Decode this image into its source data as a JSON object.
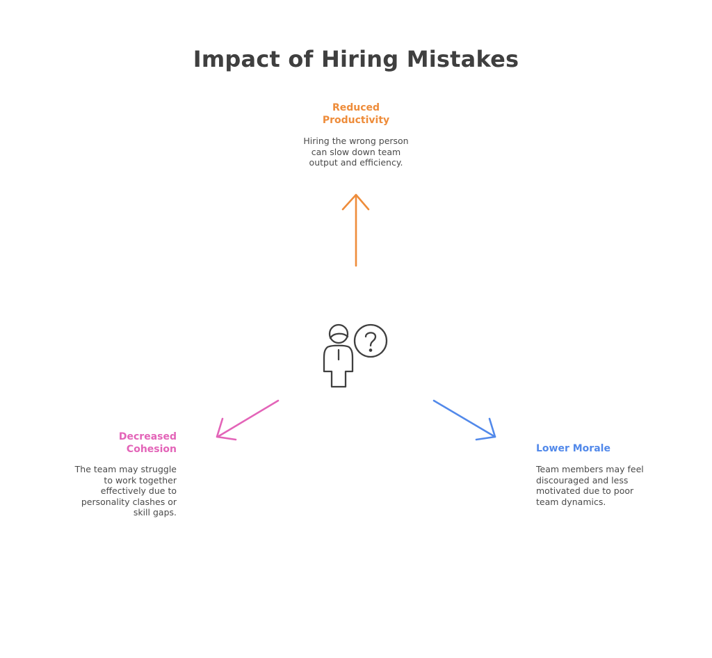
{
  "title": "Impact of Hiring Mistakes",
  "colors": {
    "title": "#3f3f3f",
    "text": "#4a4a4a",
    "icon": "#3f3f3f",
    "productivity": "#ee8c3a",
    "cohesion": "#e364b8",
    "morale": "#5289ea"
  },
  "center": {
    "icon": "person-question-icon"
  },
  "nodes": {
    "productivity": {
      "heading": "Reduced Productivity",
      "description": "Hiring the wrong person can slow down team output and efficiency."
    },
    "cohesion": {
      "heading": "Decreased Cohesion",
      "description": "The team may struggle to work together effectively due to personality clashes or skill gaps."
    },
    "morale": {
      "heading": "Lower Morale",
      "description": "Team members may feel discouraged and less motivated due to poor team dynamics."
    }
  }
}
